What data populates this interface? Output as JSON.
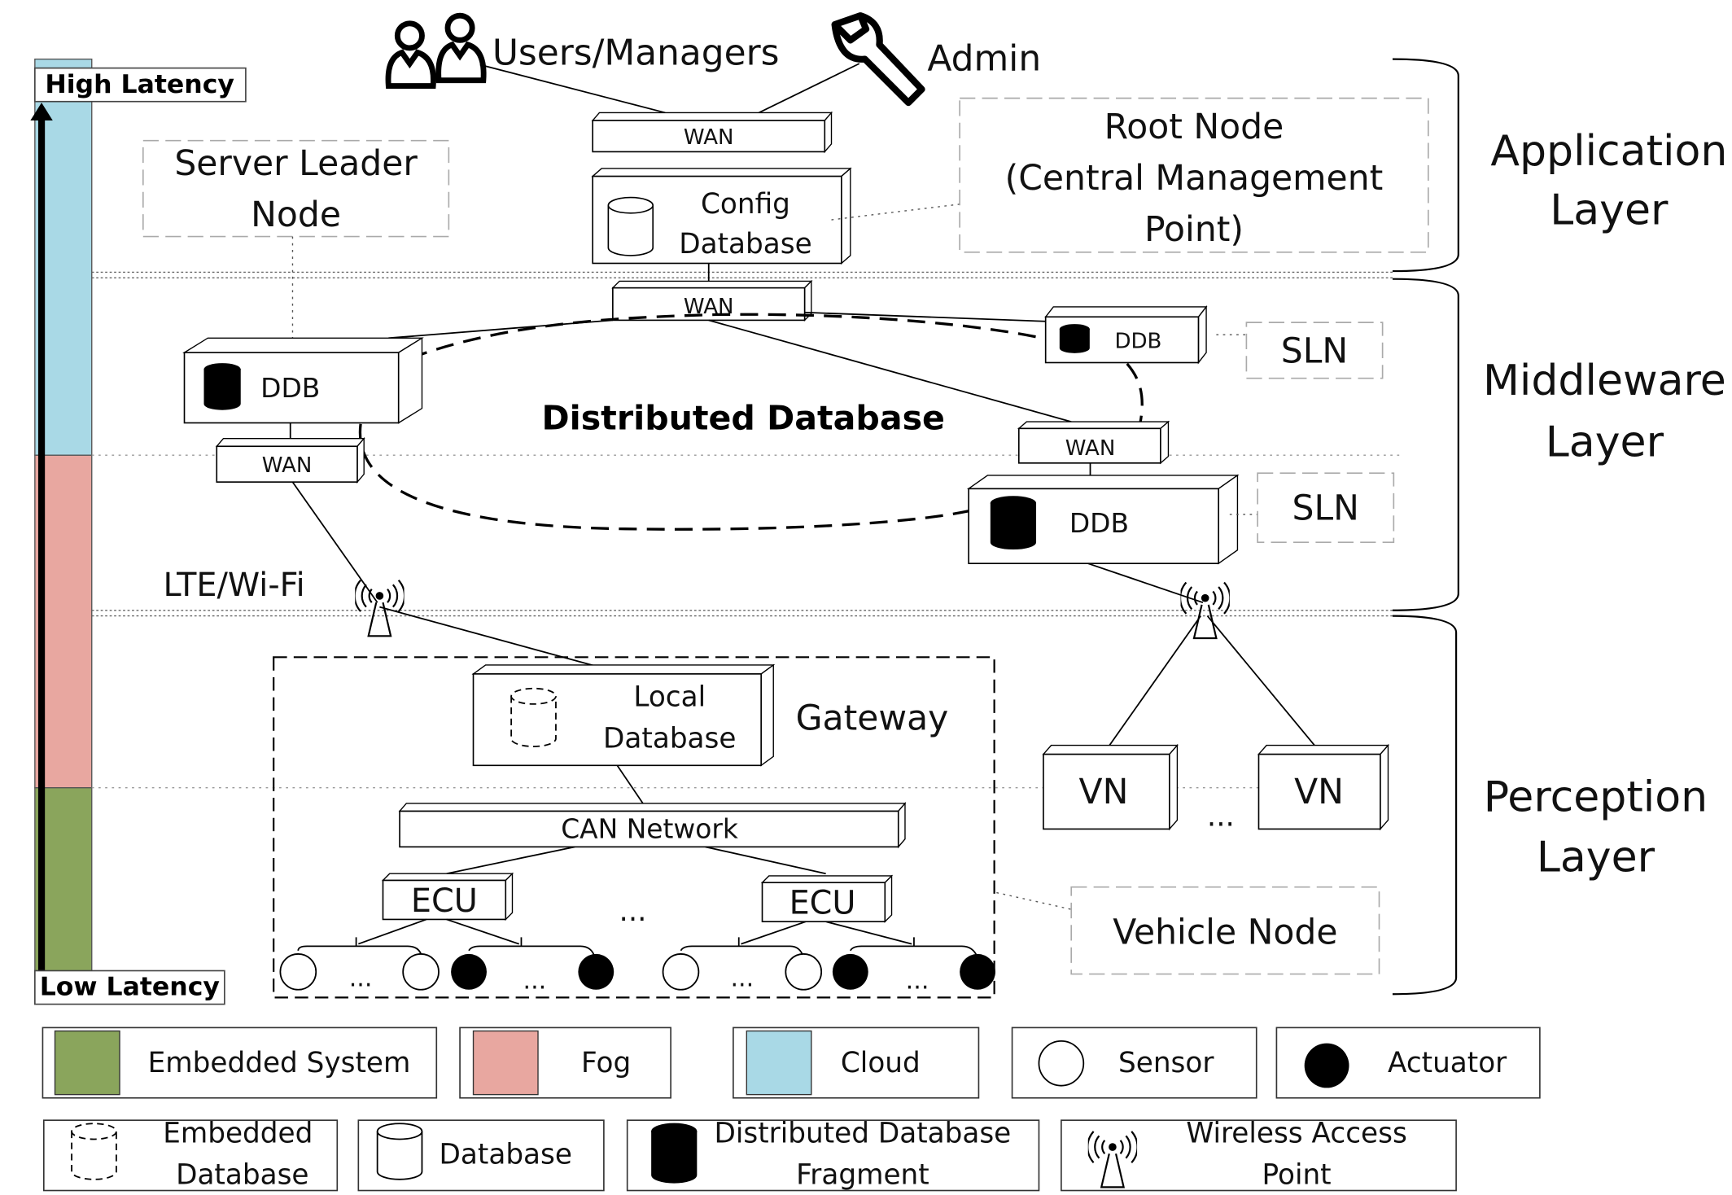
{
  "colors": {
    "embedded": "#8aa55c",
    "fog": "#e8a7a0",
    "cloud": "#a9d9e6",
    "black": "#000000"
  },
  "latency": {
    "high": "High Latency",
    "low": "Low Latency"
  },
  "top": {
    "users": "Users/Managers",
    "admin": "Admin"
  },
  "application": {
    "wan": "WAN",
    "config_line1": "Config",
    "config_line2": "Database",
    "root_line1": "Root Node",
    "root_line2": "(Central Management",
    "root_line3": "Point)",
    "server_line1": "Server Leader",
    "server_line2": "Node"
  },
  "middleware": {
    "wan_top": "WAN",
    "ddb_left": "DDB",
    "wan_left": "WAN",
    "ddb_top_right": "DDB",
    "sln_top": "SLN",
    "wan_right": "WAN",
    "ddb_right": "DDB",
    "sln_bottom": "SLN",
    "distributed_label": "Distributed Database",
    "lte_label": "LTE/Wi-Fi"
  },
  "perception": {
    "local_line1": "Local",
    "local_line2": "Database",
    "gateway": "Gateway",
    "can": "CAN Network",
    "ecu_left": "ECU",
    "ecu_right": "ECU",
    "ecu_dots": "...",
    "vn_left": "VN",
    "vn_right": "VN",
    "vn_dots": "...",
    "vehicle_node": "Vehicle Node",
    "dots": "..."
  },
  "layers": {
    "app_line1": "Application",
    "app_line2": "Layer",
    "mid_line1": "Middleware",
    "mid_line2": "Layer",
    "per_line1": "Perception",
    "per_line2": "Layer"
  },
  "legend": {
    "embedded_system": "Embedded System",
    "fog": "Fog",
    "cloud": "Cloud",
    "sensor": "Sensor",
    "actuator": "Actuator",
    "embedded_db_line1": "Embedded",
    "embedded_db_line2": "Database",
    "database": "Database",
    "ddf_line1": "Distributed Database",
    "ddf_line2": "Fragment",
    "wap_line1": "Wireless Access",
    "wap_line2": "Point"
  }
}
